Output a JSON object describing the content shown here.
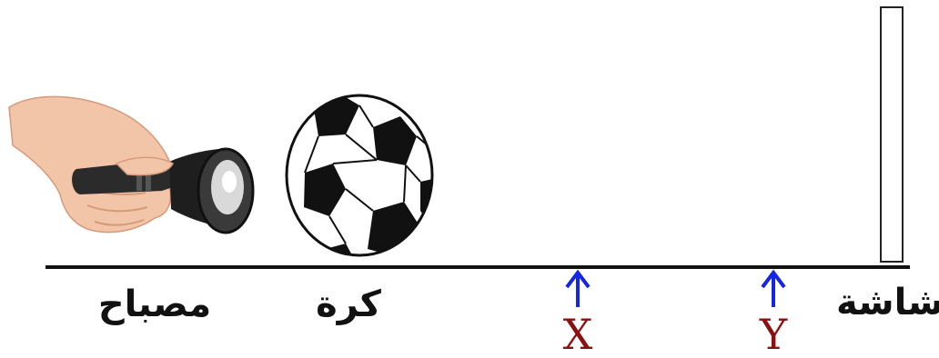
{
  "labels": {
    "flashlight": "مصباح",
    "ball": "كرة",
    "screen": "شاشة"
  },
  "markers": [
    {
      "letter": "X"
    },
    {
      "letter": "Y"
    }
  ],
  "colors": {
    "ground_line": "#111111",
    "arrow": "#1525e6",
    "marker_letter": "#8b1010",
    "screen_outline": "#222222",
    "skin": "#f2c4a8",
    "flashlight_body": "#2b2b2b"
  },
  "icons": {
    "flashlight": "hand-holding-flashlight-icon",
    "ball": "soccer-ball-icon",
    "screen": "vertical-screen-icon"
  }
}
